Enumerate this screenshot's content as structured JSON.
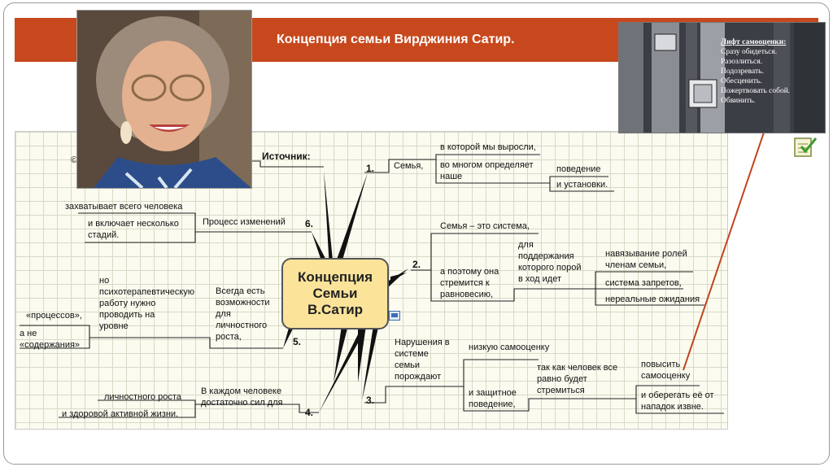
{
  "slide": {
    "title": "Концепция  семьи Вирджиния Сатир."
  },
  "elevator": {
    "heading": "Лифт самооценки:",
    "lines": [
      "Сразу обидеться.",
      "Разозлиться.",
      "Подозревать.",
      "Обесценить.",
      "Пожертвовать собой.",
      "Обвинить."
    ]
  },
  "mindmap": {
    "center": "Концепция\nСемьи\nВ.Сатир",
    "source_label": "Источник:",
    "copyright_mark": "©",
    "b1": {
      "num": "1.",
      "label": "Семья,",
      "sub1": "в которой мы выросли,",
      "sub2": "во многом определяет\nнаше",
      "sub3": "поведение",
      "sub4": "и установки."
    },
    "b2": {
      "num": "2.",
      "label": "Семья – это система,",
      "sub1": "а поэтому она\nстремится к\nравновесию,",
      "sub2": "для\nподдержания\nкоторого порой\nв ход идет",
      "items": [
        "навязывание ролей\nчленам семьи,",
        "система запретов,",
        "нереальные ожидания"
      ]
    },
    "b3": {
      "num": "3.",
      "label": "Нарушения в\nсистеме\nсемьи\nпорождают",
      "sub1": "низкую самооценку",
      "sub2": "и защитное\nповедение,",
      "sub3": "так как человек все\nравно будет\nстремиться",
      "sub4": "повысить\nсамооценку",
      "sub5": "и оберегать её от\nнападок извне."
    },
    "b4": {
      "num": "4.",
      "label": "В каждом человеке\nдостаточно сил для",
      "sub1": "личностного роста",
      "sub2": "и здоровой активной жизни."
    },
    "b5": {
      "num": "5.",
      "label": "Всегда есть\nвозможности\nдля\nличностного\nроста,",
      "sub1": "но\nпсихотерапевтическую\nработу нужно\nпроводить на\nуровне",
      "sub2": "«процессов»,",
      "sub3": "а не\n«содержания»"
    },
    "b6": {
      "num": "6.",
      "label": "Процесс изменений",
      "sub1": "захватывает всего человека",
      "sub2": "и включает несколько\nстадий."
    }
  },
  "colors": {
    "title_bar": "#c8481d",
    "center_fill": "#fbe49a",
    "arrow": "#c0451e"
  }
}
